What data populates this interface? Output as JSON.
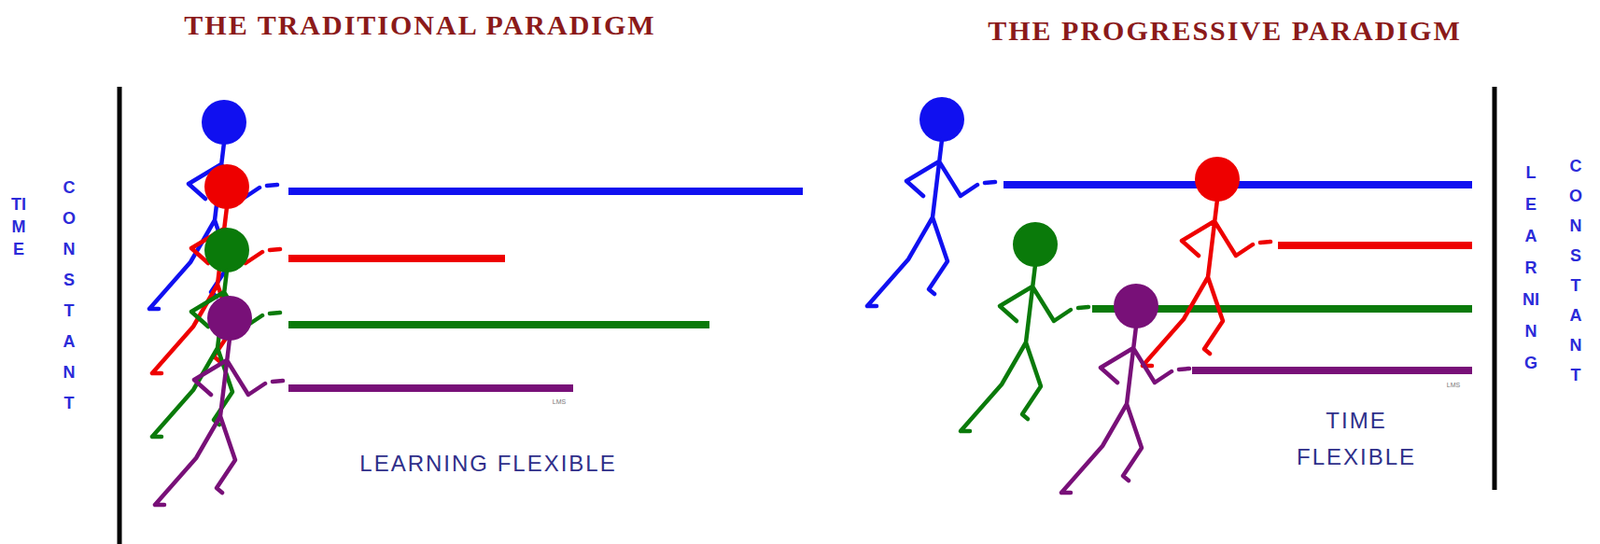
{
  "diagram": {
    "labels": [
      "THE TRADITIONAL PARADIGM",
      "THE PROGRESSIVE PARADIGM",
      "TIME",
      "CONSTANT",
      "LEARNING FLEXIBLE",
      "LMS",
      "TIME FLEXIBLE",
      "LEARNING",
      "CONSTANT",
      "LMS"
    ]
  }
}
